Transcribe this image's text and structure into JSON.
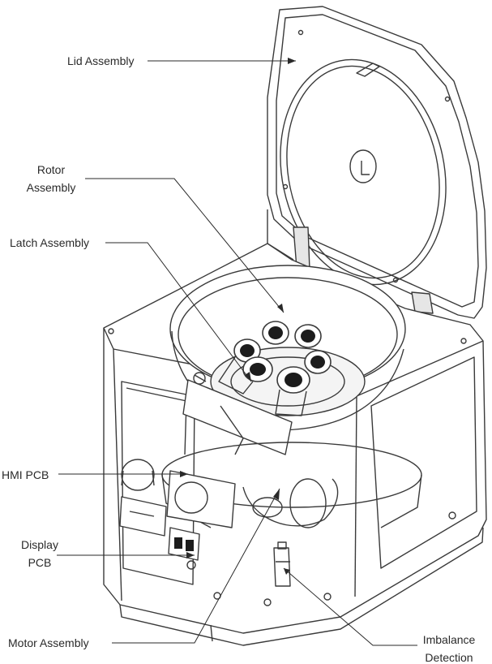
{
  "labels": {
    "lid": "Lid Assembly",
    "rotor_line1": "Rotor",
    "rotor_line2": "Assembly",
    "latch": "Latch Assembly",
    "hmi": "HMI PCB",
    "display_line1": "Display",
    "display_line2": "PCB",
    "motor": "Motor Assembly",
    "imbalance_line1": "Imbalance",
    "imbalance_line2": "Detection"
  },
  "colors": {
    "ink": "#2a2a2a",
    "stroke": "#3a3a3a",
    "shade": "#bfbfbf",
    "dark": "#1c1c1c",
    "paper": "#ffffff"
  }
}
